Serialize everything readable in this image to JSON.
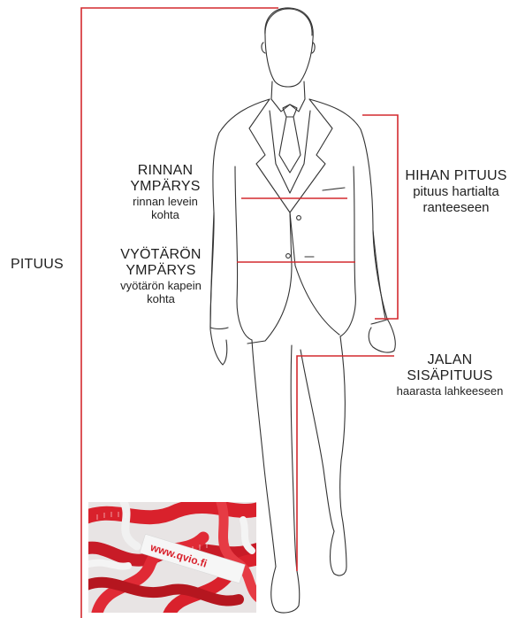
{
  "labels": {
    "pituus": "PITUUS",
    "rinta": {
      "title_1": "RINNAN",
      "title_2": "YMPÄRYS",
      "sub_1": "rinnan levein",
      "sub_2": "kohta"
    },
    "vyotaro": {
      "title_1": "VYÖTÄRÖN",
      "title_2": "YMPÄRYS",
      "sub_1": "vyötärön kapein",
      "sub_2": "kohta"
    },
    "hiha": {
      "title": "HIHAN PITUUS",
      "sub_1": "pituus hartialta",
      "sub_2": "ranteeseen"
    },
    "jalka": {
      "title_1": "JALAN",
      "title_2": "SISÄPITUUS",
      "sub": "haarasta lahkeeseen"
    }
  },
  "photo": {
    "tape_text": "www.qvio.fi"
  },
  "colors": {
    "measure_line": "#d42a2f",
    "sketch": "#333333",
    "tape_red": "#d9212c",
    "tape_white": "#f4f4f4"
  }
}
